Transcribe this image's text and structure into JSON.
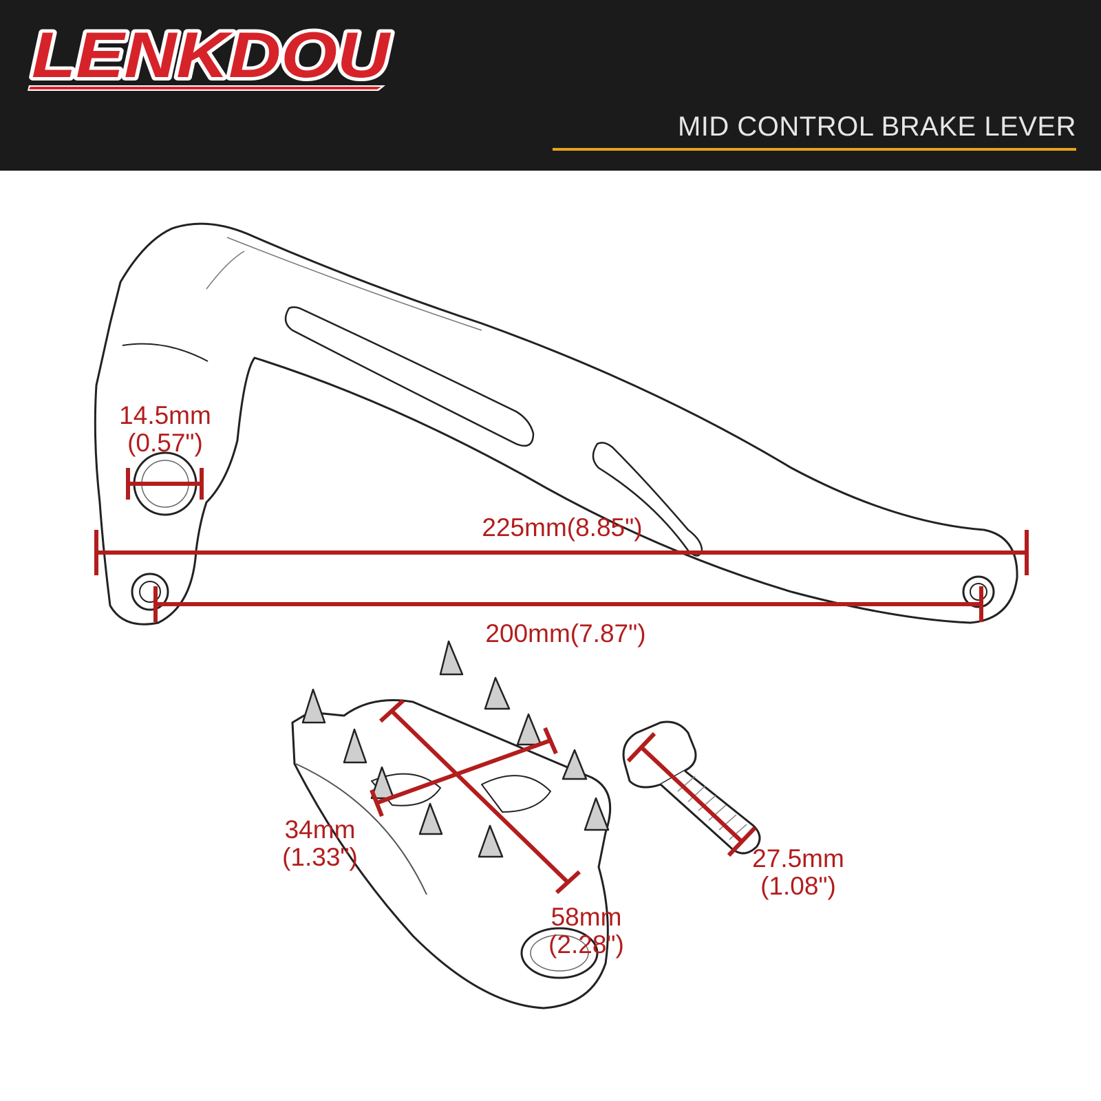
{
  "brand": {
    "name": "LENKDOU"
  },
  "page": {
    "title": "MID CONTROL BRAKE LEVER"
  },
  "colors": {
    "header_bg": "#1b1b1b",
    "accent_rule": "#e8a31c",
    "brand_red": "#d6232a",
    "dimension_red": "#b31d1d"
  },
  "dimensions": {
    "hole": {
      "mm": "14.5mm",
      "inch": "(0.57\")"
    },
    "overall_length": {
      "label": "225mm(8.85\")"
    },
    "pivot_length": {
      "label": "200mm(7.87\")"
    },
    "peg_width": {
      "mm": "34mm",
      "inch": "(1.33\")"
    },
    "peg_length": {
      "mm": "58mm",
      "inch": "(2.28\")"
    },
    "bolt_length": {
      "mm": "27.5mm",
      "inch": "(1.08\")"
    }
  }
}
